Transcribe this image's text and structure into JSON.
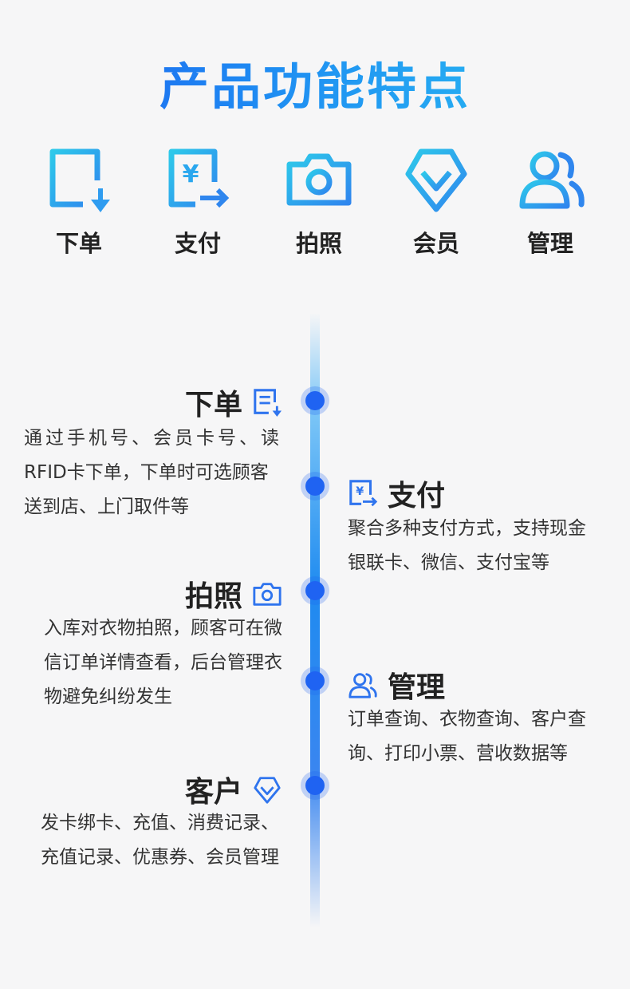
{
  "title": "产品功能特点",
  "features": [
    {
      "label": "下单",
      "icon": "order-icon"
    },
    {
      "label": "支付",
      "icon": "payment-icon"
    },
    {
      "label": "拍照",
      "icon": "camera-icon"
    },
    {
      "label": "会员",
      "icon": "diamond-icon"
    },
    {
      "label": "管理",
      "icon": "users-icon"
    }
  ],
  "timeline": [
    {
      "title": "下单",
      "lines": [
        "通过手机号、会员卡号、读",
        "RFID卡下单，下单时可选顾客",
        "送到店、上门取件等"
      ]
    },
    {
      "title": "支付",
      "lines": [
        "聚合多种支付方式，支持现金",
        "银联卡、微信、支付宝等"
      ]
    },
    {
      "title": "拍照",
      "lines": [
        "入库对衣物拍照，顾客可在微",
        "信订单详情查看，后台管理衣",
        "物避免纠纷发生"
      ]
    },
    {
      "title": "管理",
      "lines": [
        "订单查询、衣物查询、客户查",
        "询、打印小票、营收数据等"
      ]
    },
    {
      "title": "客户",
      "lines": [
        "发卡绑卡、充值、消费记录、",
        "充值记录、优惠券、会员管理"
      ]
    }
  ],
  "colors": {
    "accent": "#1f63f2",
    "gradient_start": "#1c5cf0",
    "gradient_end": "#2bc3f2"
  }
}
